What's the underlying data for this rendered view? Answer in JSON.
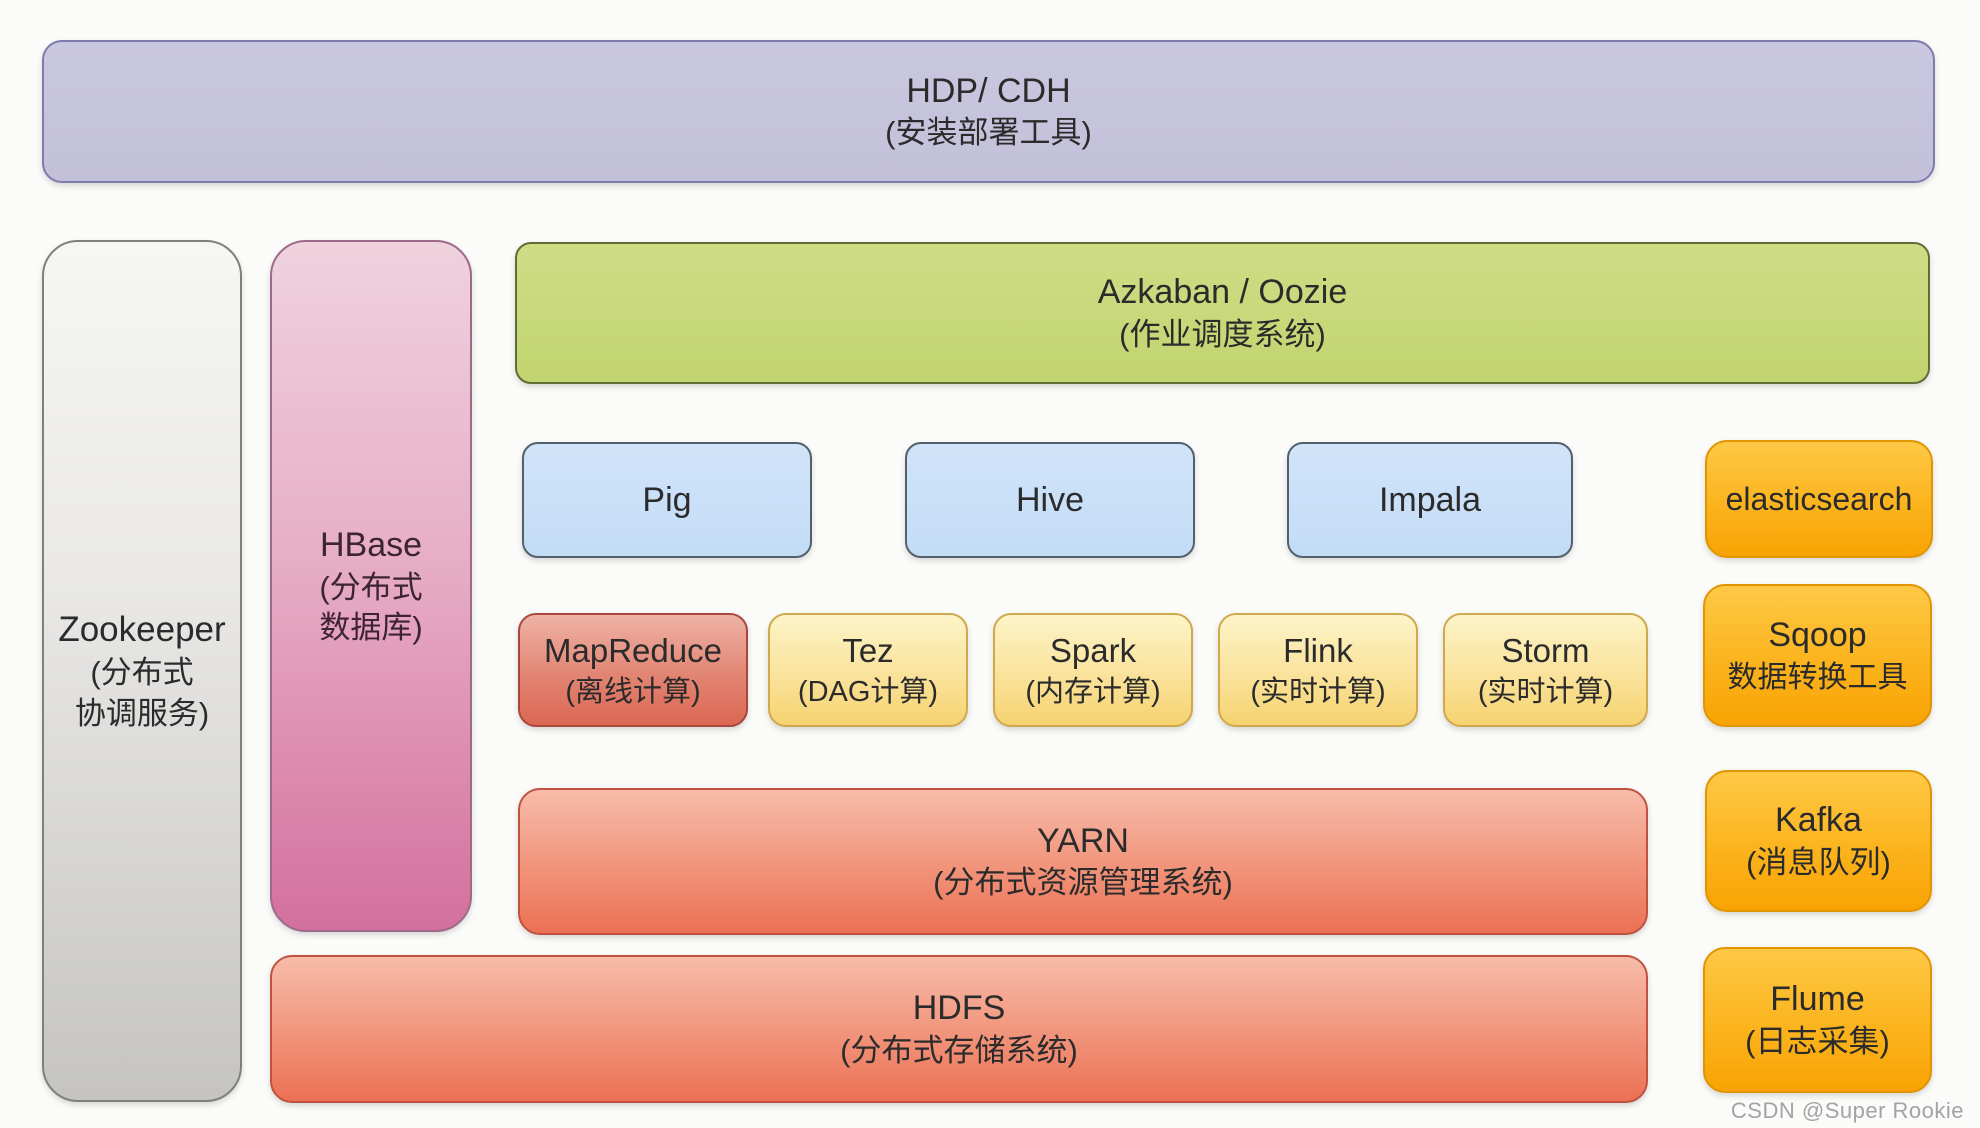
{
  "boxes": {
    "hdp": {
      "line1": "HDP/ CDH",
      "line2": "(安装部署工具)"
    },
    "zookeeper": {
      "line1": "Zookeeper",
      "line2": "(分布式",
      "line3": "协调服务)"
    },
    "hbase": {
      "line1": "HBase",
      "line2": "(分布式",
      "line3": "数据库)"
    },
    "azkaban": {
      "line1": "Azkaban / Oozie",
      "line2": "(作业调度系统)"
    },
    "pig": {
      "line1": "Pig"
    },
    "hive": {
      "line1": "Hive"
    },
    "impala": {
      "line1": "Impala"
    },
    "elasticsearch": {
      "line1": "elasticsearch"
    },
    "mapreduce": {
      "line1": "MapReduce",
      "line2": "(离线计算)"
    },
    "tez": {
      "line1": "Tez",
      "line2": "(DAG计算)"
    },
    "spark": {
      "line1": "Spark",
      "line2": "(内存计算)"
    },
    "flink": {
      "line1": "Flink",
      "line2": "(实时计算)"
    },
    "storm": {
      "line1": "Storm",
      "line2": "(实时计算)"
    },
    "sqoop": {
      "line1": "Sqoop",
      "line2": "数据转换工具"
    },
    "yarn": {
      "line1": "YARN",
      "line2": "(分布式资源管理系统)"
    },
    "kafka": {
      "line1": "Kafka",
      "line2": "(消息队列)"
    },
    "hdfs": {
      "line1": "HDFS",
      "line2": "(分布式存储系统)"
    },
    "flume": {
      "line1": "Flume",
      "line2": "(日志采集)"
    }
  },
  "watermark": "CSDN @Super Rookie",
  "palette": {
    "background": "#fbfbf9",
    "hdp_fill": "#c6c3dc",
    "hdp_border": "#7f7bad",
    "zookeeper_fill_top": "#f6f6f4",
    "zookeeper_fill_bottom": "#c5c4c1",
    "zookeeper_border": "#7f7f7d",
    "hbase_fill_top": "#efd2dd",
    "hbase_fill_bottom": "#d4709d",
    "hbase_border": "#9c6a8a",
    "azkaban_fill": "#c8d87b",
    "azkaban_border": "#5e6e35",
    "blue_fill": "#c7dff7",
    "blue_border": "#53606c",
    "gold_fill_top": "#fdf4c8",
    "gold_fill_bottom": "#f6d370",
    "gold_border": "#cfa94e",
    "mapreduce_fill_top": "#eeb2a6",
    "mapreduce_fill_bottom": "#da6753",
    "mapreduce_border": "#a8483c",
    "red_fill_top": "#f7bcaa",
    "red_fill_bottom": "#ec7154",
    "red_border": "#bf5240",
    "orange_fill_top": "#fec846",
    "orange_fill_bottom": "#f8a304",
    "orange_border": "#e09503",
    "text": "#2b2b2b",
    "watermark_text": "#a3a3a3"
  }
}
